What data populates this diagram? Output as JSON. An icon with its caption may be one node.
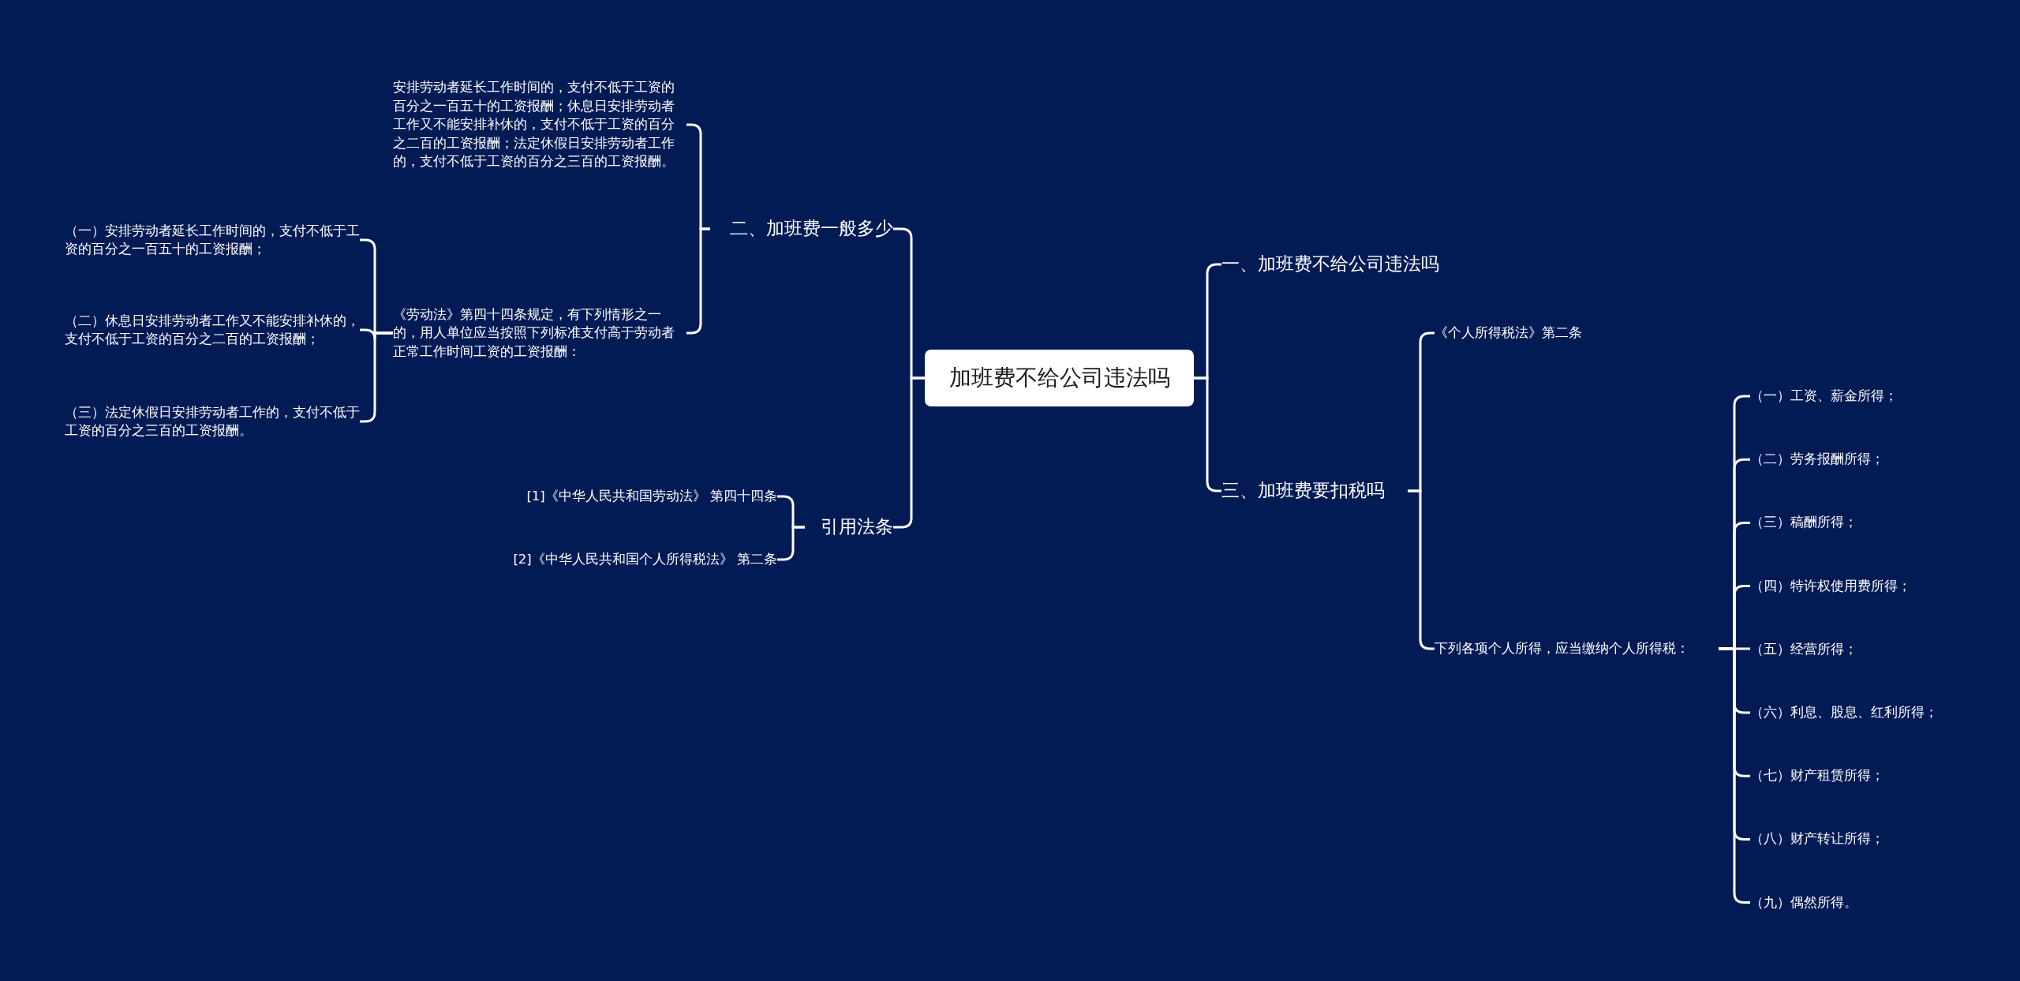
{
  "diagram": {
    "nodes": [
      {
        "text": [
          "加班费不给公司违法吗"
        ]
      },
      {
        "text": [
          "二、加班费一般多少"
        ]
      },
      {
        "text": [
          "引用法条"
        ]
      },
      {
        "text": [
          "一、加班费不给公司违法吗"
        ]
      },
      {
        "text": [
          "三、加班费要扣税吗"
        ]
      },
      {
        "text": [
          "安排劳动者延长工作时间的，支付不低于工资的百分之一百五十的工资报酬；休息日安排劳动者工作又不能安排补休的，支付不低于工资的百分之二百的工资报酬；法定休假日安排劳动者工作的，支付不低于工资的百分之三百的工资报酬。"
        ]
      },
      {
        "text": [
          "《劳动法》第四十四条规定，有下列情形之一的，用人单位应当按照下列标准支付高于劳动者正常工作时间工资的工资报酬："
        ]
      },
      {
        "text": [
          "（一）安排劳动者延长工作时间的，支付不低于工资的百分之一百五十的工资报酬；"
        ]
      },
      {
        "text": [
          "（二）休息日安排劳动者工作又不能安排补休的，支付不低于工资的百分之二百的工资报酬；"
        ]
      },
      {
        "text": [
          "（三）法定休假日安排劳动者工作的，支付不低于工资的百分之三百的工资报酬。"
        ]
      },
      {
        "text": [
          "[1]《中华人民共和国劳动法》 第四十四条"
        ]
      },
      {
        "text": [
          "[2]《中华人民共和国个人所得税法》 第二条"
        ]
      },
      {
        "text": [
          "《个人所得税法》第二条"
        ]
      },
      {
        "text": [
          "下列各项个人所得，应当缴纳个人所得税："
        ]
      },
      {
        "text": [
          "（一）工资、薪金所得；"
        ]
      },
      {
        "text": [
          "（二）劳务报酬所得；"
        ]
      },
      {
        "text": [
          "（三）稿酬所得；"
        ]
      },
      {
        "text": [
          "（四）特许权使用费所得；"
        ]
      },
      {
        "text": [
          "（五）经营所得；"
        ]
      },
      {
        "text": [
          "（六）利息、股息、红利所得；"
        ]
      },
      {
        "text": [
          "（七）财产租赁所得；"
        ]
      },
      {
        "text": [
          "（八）财产转让所得；"
        ]
      },
      {
        "text": [
          "（九）偶然所得。"
        ]
      }
    ],
    "edges": [
      {
        "from": 0,
        "to": 1,
        "arrow": "none"
      },
      {
        "from": 0,
        "to": 2,
        "arrow": "none"
      },
      {
        "from": 0,
        "to": 3,
        "arrow": "none"
      },
      {
        "from": 0,
        "to": 4,
        "arrow": "none"
      },
      {
        "from": 1,
        "to": 5,
        "arrow": "none"
      },
      {
        "from": 1,
        "to": 6,
        "arrow": "none"
      },
      {
        "from": 6,
        "to": 7,
        "arrow": "none"
      },
      {
        "from": 6,
        "to": 8,
        "arrow": "none"
      },
      {
        "from": 6,
        "to": 9,
        "arrow": "none"
      },
      {
        "from": 2,
        "to": 10,
        "arrow": "none"
      },
      {
        "from": 2,
        "to": 11,
        "arrow": "none"
      },
      {
        "from": 4,
        "to": 12,
        "arrow": "none"
      },
      {
        "from": 4,
        "to": 13,
        "arrow": "none"
      },
      {
        "from": 13,
        "to": 14,
        "arrow": "none"
      },
      {
        "from": 13,
        "to": 15,
        "arrow": "none"
      },
      {
        "from": 13,
        "to": 16,
        "arrow": "none"
      },
      {
        "from": 13,
        "to": 17,
        "arrow": "none"
      },
      {
        "from": 13,
        "to": 18,
        "arrow": "none"
      },
      {
        "from": 13,
        "to": 19,
        "arrow": "none"
      },
      {
        "from": 13,
        "to": 20,
        "arrow": "none"
      },
      {
        "from": 13,
        "to": 21,
        "arrow": "none"
      },
      {
        "from": 13,
        "to": 22,
        "arrow": "none"
      }
    ]
  }
}
